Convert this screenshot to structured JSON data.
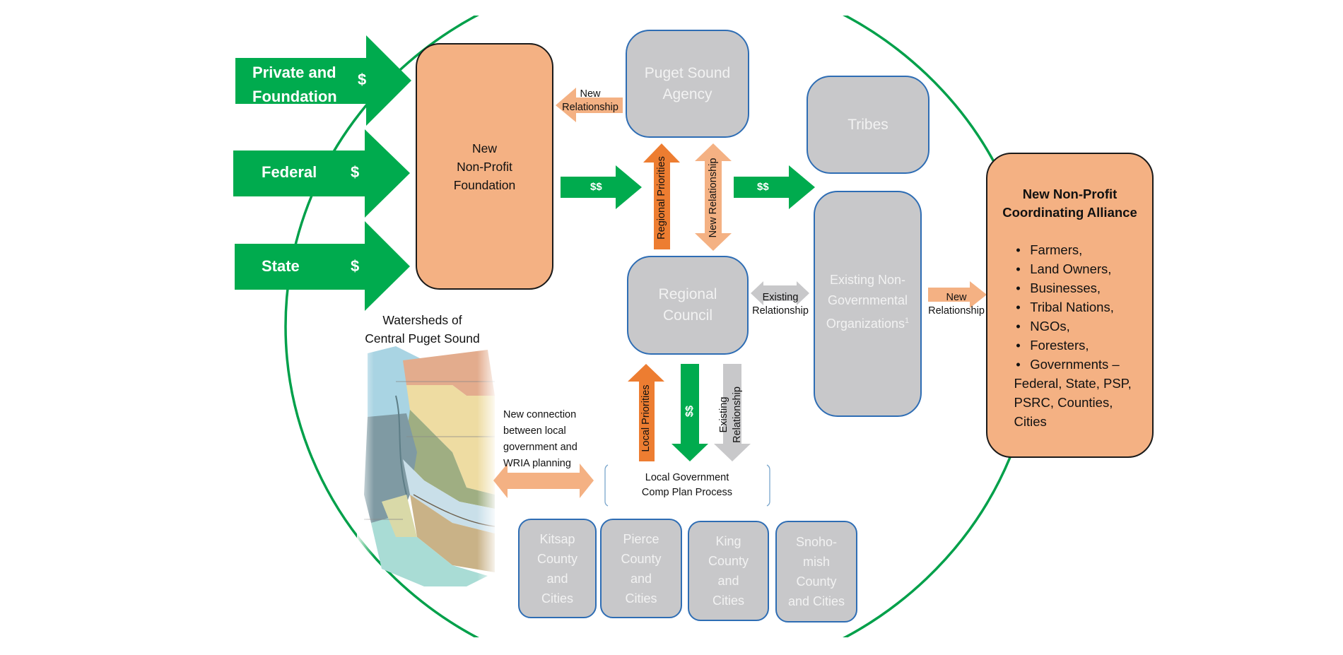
{
  "colors": {
    "funding_green": "#00ab4e",
    "new_orange": "#f4b183",
    "priority_orange": "#ed7d31",
    "existing_gray": "#c8c8ca",
    "box_border_blue": "#2e6db4",
    "ellipse_green": "#00a04a"
  },
  "funding_sources": [
    {
      "label_line1": "Private and",
      "label_line2": "Foundation",
      "symbol": "$"
    },
    {
      "label": "Federal",
      "symbol": "$"
    },
    {
      "label": "State",
      "symbol": "$"
    }
  ],
  "nodes": {
    "foundation": {
      "line1": "New",
      "line2": "Non-Profit",
      "line3": "Foundation"
    },
    "puget_sound_agency": {
      "line1": "Puget Sound",
      "line2": "Agency"
    },
    "tribes": {
      "label": "Tribes"
    },
    "existing_ngos": {
      "line1": "Existing Non-",
      "line2": "Governmental",
      "line3": "Organizations",
      "superscript": "1"
    },
    "regional_council": {
      "line1": "Regional",
      "line2": "Council"
    },
    "local_government": {
      "line1": "Local Government",
      "line2": "Comp Plan Process"
    },
    "alliance": {
      "title_line1": "New Non-Profit",
      "title_line2": "Coordinating Alliance",
      "members": [
        "Farmers,",
        "Land Owners,",
        "Businesses,",
        "Tribal Nations,",
        "NGOs,",
        "Foresters,",
        "Governments –"
      ],
      "continuation": [
        "Federal, State,  PSP,",
        "PSRC, Counties,",
        "Cities"
      ]
    },
    "counties": [
      {
        "lines": [
          "Kitsap",
          "County",
          "and",
          "Cities"
        ]
      },
      {
        "lines": [
          "Pierce",
          "County",
          "and",
          "Cities"
        ]
      },
      {
        "lines": [
          "King",
          "County",
          "and",
          "Cities"
        ]
      },
      {
        "lines": [
          "Snoho-",
          "mish",
          "County",
          "and Cities"
        ]
      }
    ]
  },
  "connectors": {
    "foundation_to_center": "$$",
    "center_to_ngos": "$$",
    "psa_to_foundation": {
      "line1": "New",
      "line2": "Relationship"
    },
    "regional_priorities": "Regional Priorities",
    "psa_rc_relationship": "New Relationship",
    "rc_ngo": {
      "line1": "Existing",
      "line2": "Relationship"
    },
    "ngo_alliance": {
      "line1": "New",
      "line2": "Relationship"
    },
    "local_priorities": "Local Priorities",
    "rc_to_local_funds": "$$",
    "rc_local_existing": {
      "line1": "Existing",
      "line2": "Relationship"
    },
    "wria_connection": {
      "lines": [
        "New connection",
        "between local",
        "government and",
        "WRIA planning"
      ]
    }
  },
  "map": {
    "title_line1": "Watersheds of",
    "title_line2": "Central Puget Sound"
  }
}
